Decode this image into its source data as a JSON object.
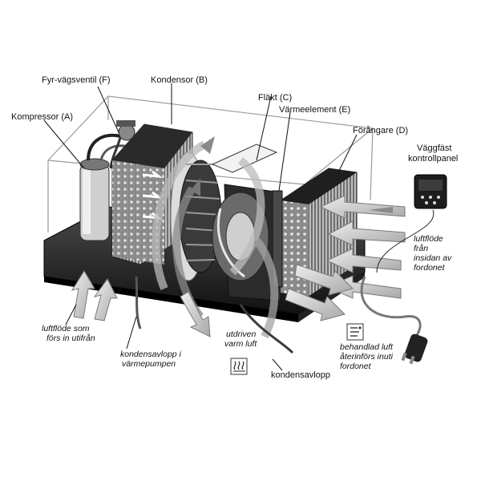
{
  "labels": {
    "fourway": "Fyr-vägsventil (F)",
    "condenser": "Kondensor (B)",
    "compressor": "Kompressor (A)",
    "fan": "Fläkt (C)",
    "heater": "Värmeelement (E)",
    "evaporator": "Förångare (D)",
    "panel_line1": "Väggfäst",
    "panel_line2": "kontrollpanel",
    "inside_air_1": "luftflöde",
    "inside_air_2": "från",
    "inside_air_3": "insidan av",
    "inside_air_4": "fordonet",
    "outside_air_1": "luftflöde som",
    "outside_air_2": "förs in utifrån",
    "drain_heatpump_1": "kondensavlopp i",
    "drain_heatpump_2": "värmepumpen",
    "warm_air_1": "utdriven",
    "warm_air_2": "varm luft",
    "drain": "kondensavlopp",
    "treated_air_1": "behandlad luft",
    "treated_air_2": "återinförs inuti",
    "treated_air_3": "fordonet"
  },
  "icons": [
    "heat-waves-icon",
    "treated-air-icon",
    "control-panel-icon",
    "power-plug-icon"
  ],
  "colors": {
    "arrow_fill": "#c9c9c9",
    "arrow_stroke": "#7a7a7a",
    "base": "#1a1a1a",
    "housing": "#9a9a9a"
  }
}
